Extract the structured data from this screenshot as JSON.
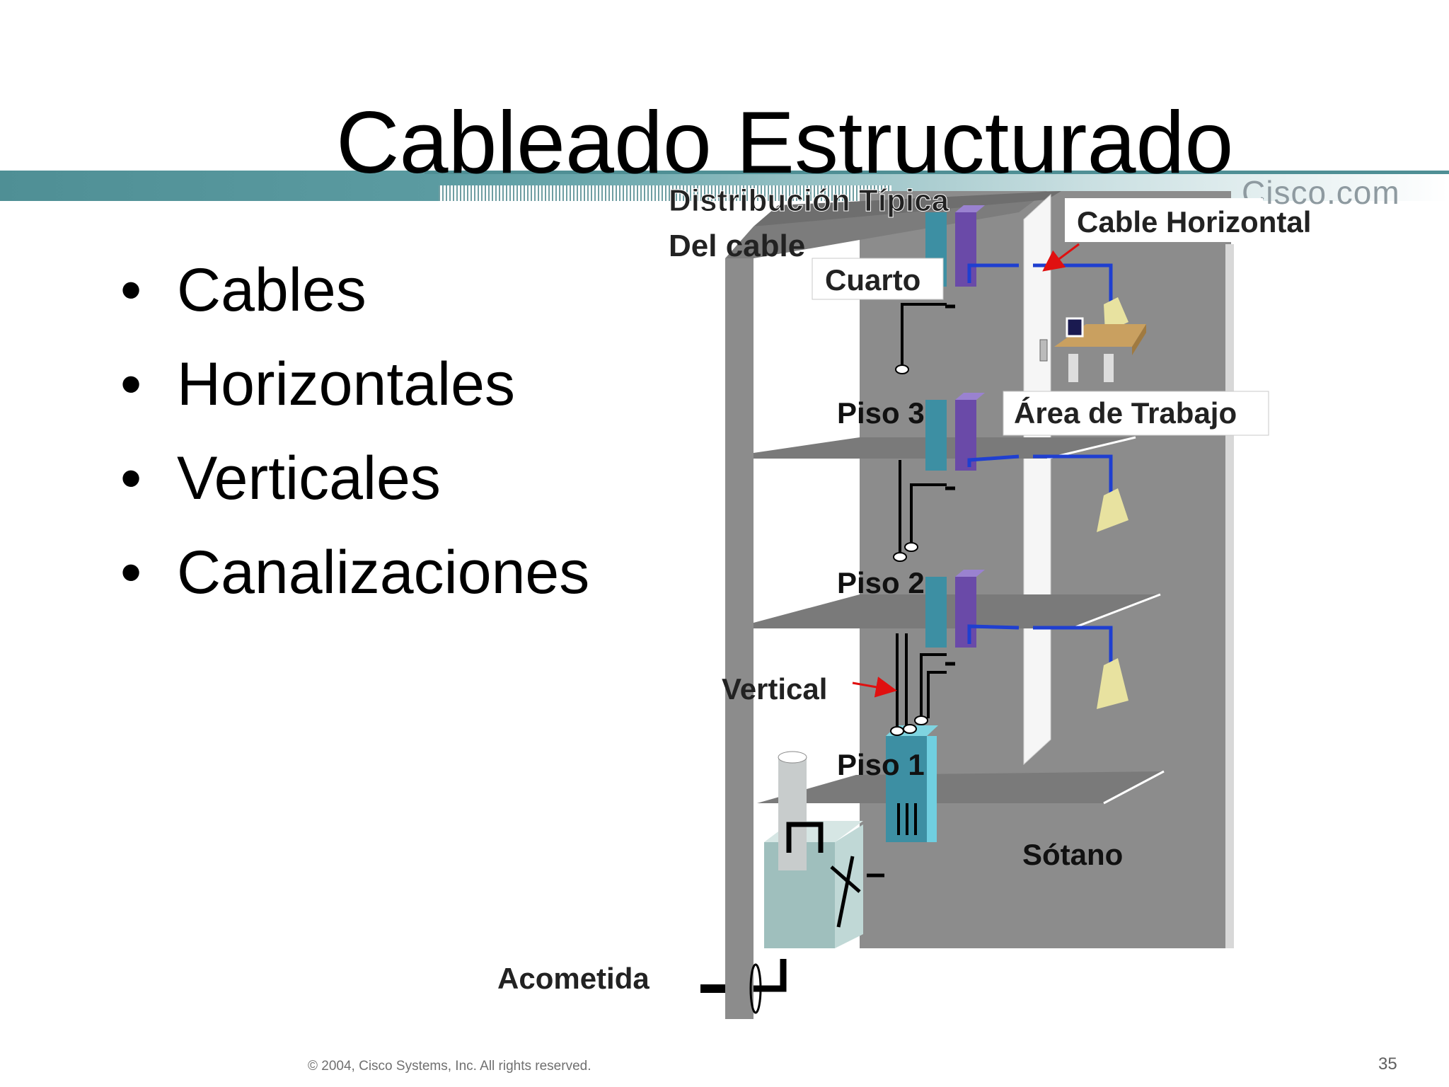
{
  "slide": {
    "title": "Cableado Estructurado",
    "brand": "Cisco.com",
    "bullets": [
      "Cables",
      "Horizontales",
      "Verticales",
      "Canalizaciones"
    ],
    "footer": "© 2004, Cisco Systems, Inc. All rights reserved.",
    "page_number": "35"
  },
  "diagram": {
    "labels": {
      "distribucion_line1": "Distribución Típica",
      "distribucion_line2": "Del cable",
      "cable_horizontal": "Cable Horizontal",
      "cuarto": "Cuarto",
      "piso3": "Piso 3",
      "area_trabajo": "Área de Trabajo",
      "piso2": "Piso 2",
      "vertical": "Vertical",
      "piso1": "Piso 1",
      "sotano": "Sótano",
      "acometida": "Acometida"
    },
    "colors": {
      "building": "#8c8c8c",
      "wall_light": "#d2d2d2",
      "rack_teal": "#3d8fa3",
      "rack_purple": "#6a4aa8",
      "cable_blue": "#1f3fd0",
      "arrow_red": "#e01010",
      "outlet_yellow": "#e8e2a0"
    }
  }
}
